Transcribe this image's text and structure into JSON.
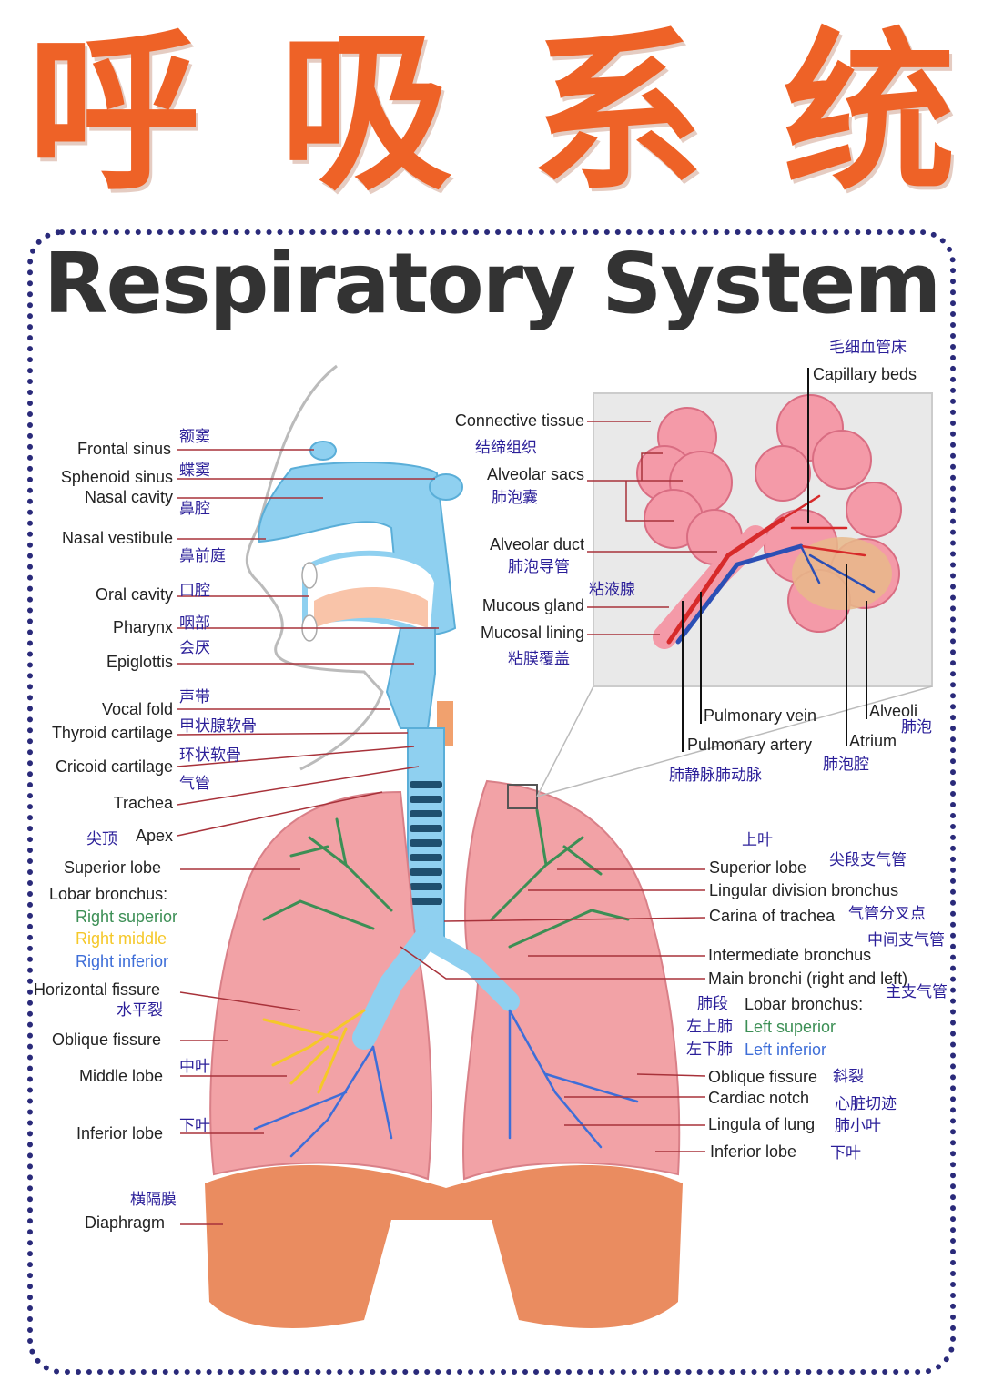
{
  "header": {
    "chars": [
      "呼",
      "吸",
      "系",
      "统"
    ]
  },
  "title": "Respiratory System",
  "colors": {
    "title_orange": "#ee6227",
    "frame": "#2a2a7a",
    "chinese_label": "#2b1f99",
    "leader_line": "#a8323a",
    "airway_blue": "#8fd0f0",
    "lung_pink": "#f2a2a6",
    "diaphragm": "#e8804f",
    "bronchi_green": "#3c8f55",
    "middle_yellow": "#f5c829",
    "inferior_blue": "#3e6ed8"
  },
  "left_labels": {
    "frontal_sinus": "Frontal sinus",
    "frontal_sinus_zh": "额窦",
    "sphenoid_sinus": "Sphenoid sinus",
    "sphenoid_sinus_zh": "蝶窦",
    "nasal_cavity": "Nasal cavity",
    "nasal_cavity_zh": "鼻腔",
    "nasal_vestibule": "Nasal vestibule",
    "nasal_vestibule_zh": "鼻前庭",
    "oral_cavity": "Oral cavity",
    "oral_cavity_zh": "口腔",
    "pharynx": "Pharynx",
    "pharynx_zh": "咽部",
    "epiglottis": "Epiglottis",
    "epiglottis_zh": "会厌",
    "vocal_fold": "Vocal fold",
    "vocal_fold_zh": "声带",
    "thyroid_cartilage": "Thyroid cartilage",
    "thyroid_cartilage_zh": "甲状腺软骨",
    "cricoid_cartilage": "Cricoid cartilage",
    "cricoid_cartilage_zh": "环状软骨",
    "trachea": "Trachea",
    "trachea_zh": "气管",
    "apex": "Apex",
    "apex_zh": "尖顶",
    "superior_lobe": "Superior lobe",
    "lobar_bronchus": "Lobar bronchus:",
    "right_superior": "Right superior",
    "right_middle": "Right middle",
    "right_inferior": "Right inferior",
    "horizontal_fissure": "Horizontal fissure",
    "horizontal_fissure_zh": "水平裂",
    "oblique_fissure": "Oblique fissure",
    "middle_lobe": "Middle lobe",
    "middle_lobe_zh": "中叶",
    "inferior_lobe": "Inferior lobe",
    "inferior_lobe_zh": "下叶",
    "diaphragm": "Diaphragm",
    "diaphragm_zh": "横隔膜"
  },
  "inset_labels": {
    "connective_tissue": "Connective tissue",
    "connective_tissue_zh": "结缔组织",
    "alveolar_sacs": "Alveolar sacs",
    "alveolar_sacs_zh": "肺泡囊",
    "alveolar_duct": "Alveolar duct",
    "alveolar_duct_zh": "肺泡导管",
    "mucous_gland_zh": "粘液腺",
    "mucous_gland": "Mucous gland",
    "mucosal_lining": "Mucosal lining",
    "mucosal_lining_zh": "粘膜覆盖",
    "capillary_beds_zh": "毛细血管床",
    "capillary_beds": "Capillary beds",
    "pulmonary_vein": "Pulmonary vein",
    "pulmonary_artery": "Pulmonary artery",
    "pulmonary_vein_artery_zh": "肺静脉肺动脉",
    "alveoli": "Alveoli",
    "alveoli_zh": "肺泡",
    "atrium": "Atrium",
    "atrium_zh": "肺泡腔"
  },
  "right_labels": {
    "superior_lobe_zh": "上叶",
    "superior_lobe": "Superior lobe",
    "apical_bronchus_zh": "尖段支气管",
    "lingular_division": "Lingular division bronchus",
    "carina": "Carina of trachea",
    "carina_zh": "气管分叉点",
    "intermediate_zh": "中间支气管",
    "intermediate": "Intermediate bronchus",
    "main_bronchi": "Main bronchi (right and left)",
    "main_bronchi_zh": "主支气管",
    "lobar_zh": "肺段",
    "lobar_bronchus": "Lobar bronchus:",
    "left_superior_zh": "左上肺",
    "left_superior": "Left superior",
    "left_inferior_zh": "左下肺",
    "left_inferior": "Left inferior",
    "oblique_fissure": "Oblique fissure",
    "oblique_fissure_zh": "斜裂",
    "cardiac_notch": "Cardiac notch",
    "cardiac_notch_zh": "心脏切迹",
    "lingula": "Lingula of lung",
    "lingula_zh": "肺小叶",
    "inferior_lobe": "Inferior lobe",
    "inferior_lobe_zh": "下叶"
  }
}
